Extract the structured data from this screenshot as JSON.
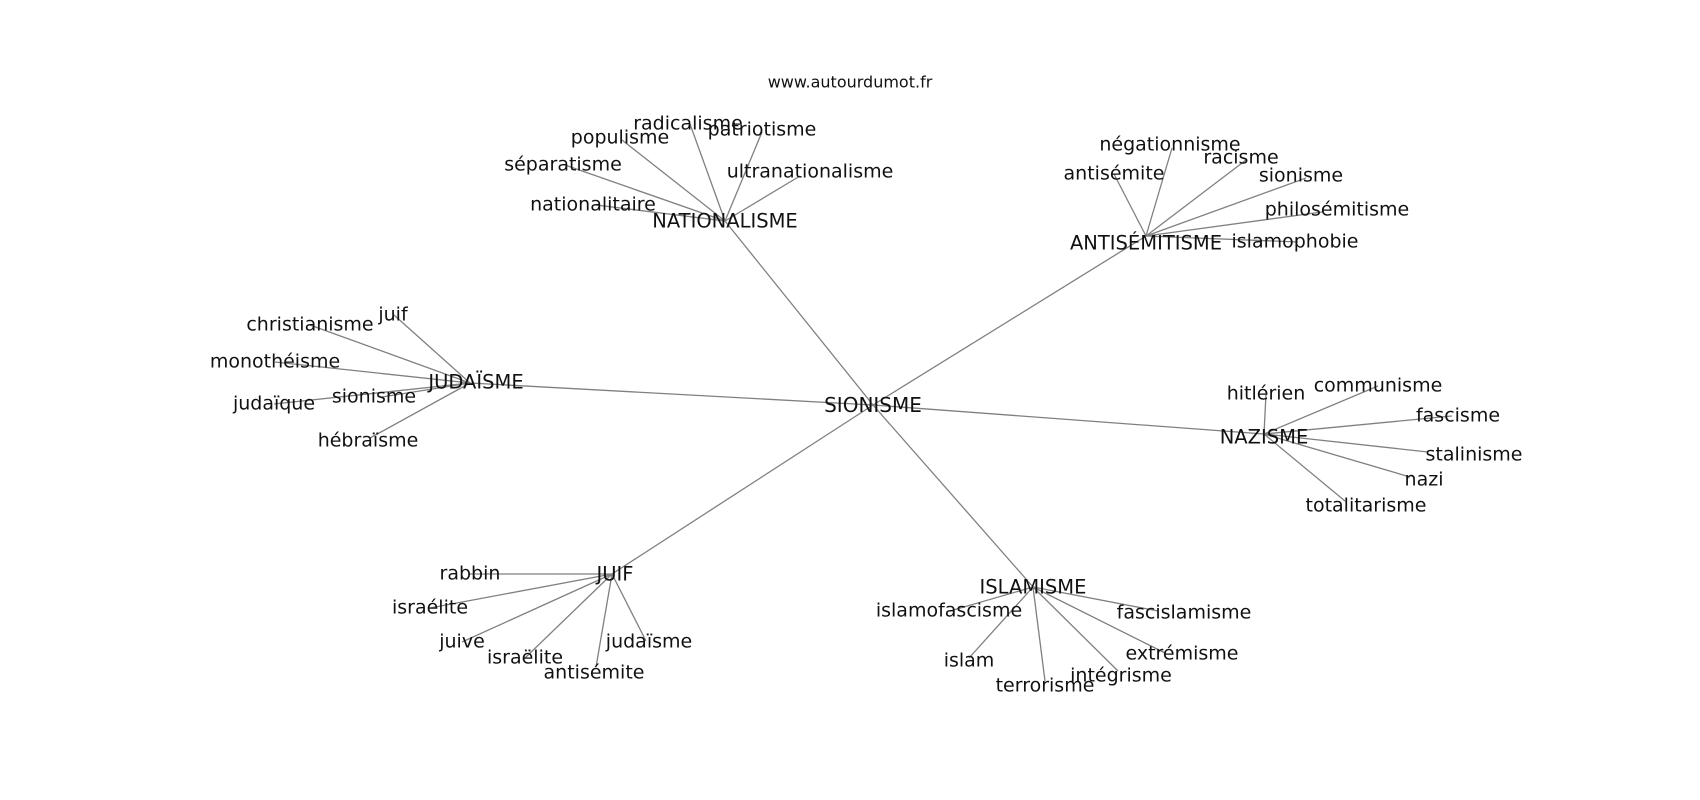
{
  "site": {
    "url": "www.autourdumot.fr"
  },
  "colors": {
    "edge": "#808080",
    "text": "#111111",
    "background": "#ffffff"
  },
  "graph": {
    "center": "SIONISME",
    "clusters": [
      {
        "hub": "NATIONALISME",
        "leaves": [
          "radicalisme",
          "patriotisme",
          "populisme",
          "séparatisme",
          "ultranationalisme",
          "nationalitaire"
        ]
      },
      {
        "hub": "ANTISÉMITISME",
        "leaves": [
          "négationnisme",
          "racisme",
          "antisémite",
          "sionisme",
          "philosémitisme",
          "islamophobie"
        ]
      },
      {
        "hub": "JUDAÏSME",
        "leaves": [
          "juif",
          "christianisme",
          "monothéisme",
          "judaïque",
          "sionisme",
          "hébraïsme"
        ]
      },
      {
        "hub": "NAZISME",
        "leaves": [
          "hitlérien",
          "communisme",
          "fascisme",
          "stalinisme",
          "nazi",
          "totalitarisme"
        ]
      },
      {
        "hub": "JUIF",
        "leaves": [
          "rabbin",
          "israélite",
          "juive",
          "israëlite",
          "judaïsme",
          "antisémite"
        ]
      },
      {
        "hub": "ISLAMISME",
        "leaves": [
          "islamofascisme",
          "fascislamisme",
          "extrémisme",
          "intégrisme",
          "islam",
          "terrorisme"
        ]
      }
    ]
  }
}
